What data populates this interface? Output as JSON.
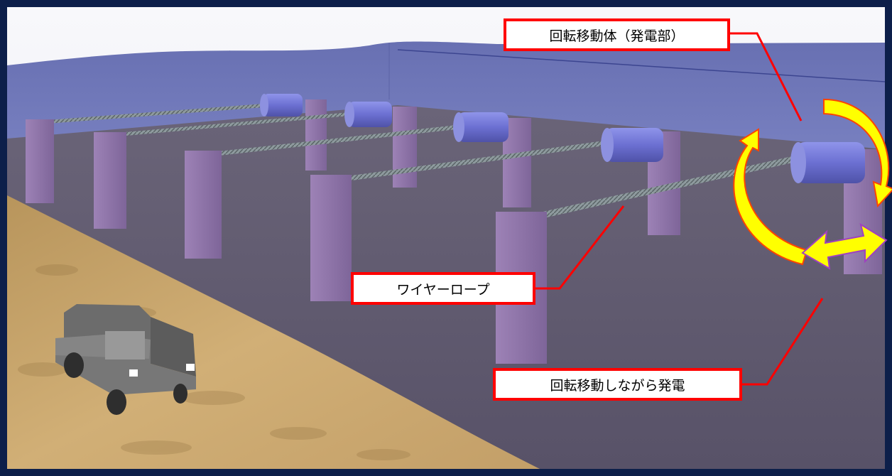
{
  "labels": {
    "generator": "回転移動体（発電部）",
    "wire_rope": "ワイヤーロープ",
    "rotating_generation": "回転移動しながら発電"
  },
  "colors": {
    "frame": "#0d1f4a",
    "water": "#6f78b8",
    "seabed": "#5e5870",
    "shore": "#c9a66b",
    "pillar": "#8b6fa6",
    "cylinder": "#6f74d6",
    "callout_border": "#ff0000",
    "arrow_fill": "#ffff00",
    "arrow_outline": "#ff4400"
  },
  "icons": {
    "vehicle": "suv-icon",
    "rotation": "curved-arrow-icon",
    "motion": "double-arrow-icon"
  }
}
